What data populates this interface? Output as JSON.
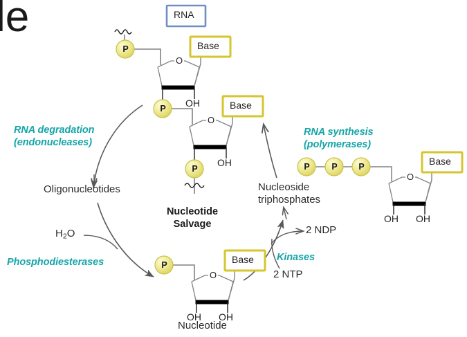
{
  "figure": {
    "title_fragment": "le",
    "center_label_line1": "Nucleotide",
    "center_label_line2": "Salvage",
    "colors": {
      "teal": "#16a5a8",
      "base_box_border": "#d6c62e",
      "rna_box_border": "#6f8ec4",
      "phosphate_fill": "#f0ec86",
      "phosphate_edge": "#c9c24a",
      "line": "#6d6e71",
      "bold_edge": "#000000",
      "text": "#231f20"
    }
  },
  "boxes": {
    "rna": "RNA",
    "base_top": "Base",
    "base_middle": "Base",
    "base_bottom": "Base",
    "base_right": "Base"
  },
  "process_labels": {
    "degradation_line1": "RNA degradation",
    "degradation_line2": "(endonucleases)",
    "synthesis_line1": "RNA synthesis",
    "synthesis_line2": "(polymerases)",
    "phosphodiesterases": "Phosphodiesterases",
    "kinases": "Kinases"
  },
  "node_labels": {
    "oligonucleotides": "Oligonucleotides",
    "nucleoside_line1": "Nucleoside",
    "nucleoside_line2": "triphosphates",
    "nucleotide": "Nucleotide"
  },
  "reactants": {
    "water": "H2O",
    "water_prefix": "H",
    "water_sub": "2",
    "water_suffix": "O",
    "ntp_in": "2 NTP",
    "ndp_out": "2 NDP"
  },
  "atoms": {
    "phosphate": "P",
    "oxygen": "O",
    "hydroxyl": "OH"
  },
  "structures": [
    {
      "name": "rna-chain-top",
      "phosphates": 1,
      "hydroxyls": [
        "OH"
      ],
      "base": "Base",
      "has_squiggle": true
    },
    {
      "name": "rna-chain-middle",
      "phosphates": 1,
      "hydroxyls": [
        "OH"
      ],
      "base": "Base",
      "has_squiggle": true
    },
    {
      "name": "nucleotide-bottom",
      "phosphates": 1,
      "hydroxyls": [
        "OH",
        "OH"
      ],
      "base": "Base",
      "has_squiggle": false
    },
    {
      "name": "nucleoside-triphosphate-right",
      "phosphates": 3,
      "hydroxyls": [
        "OH",
        "OH"
      ],
      "base": "Base",
      "has_squiggle": false
    }
  ]
}
